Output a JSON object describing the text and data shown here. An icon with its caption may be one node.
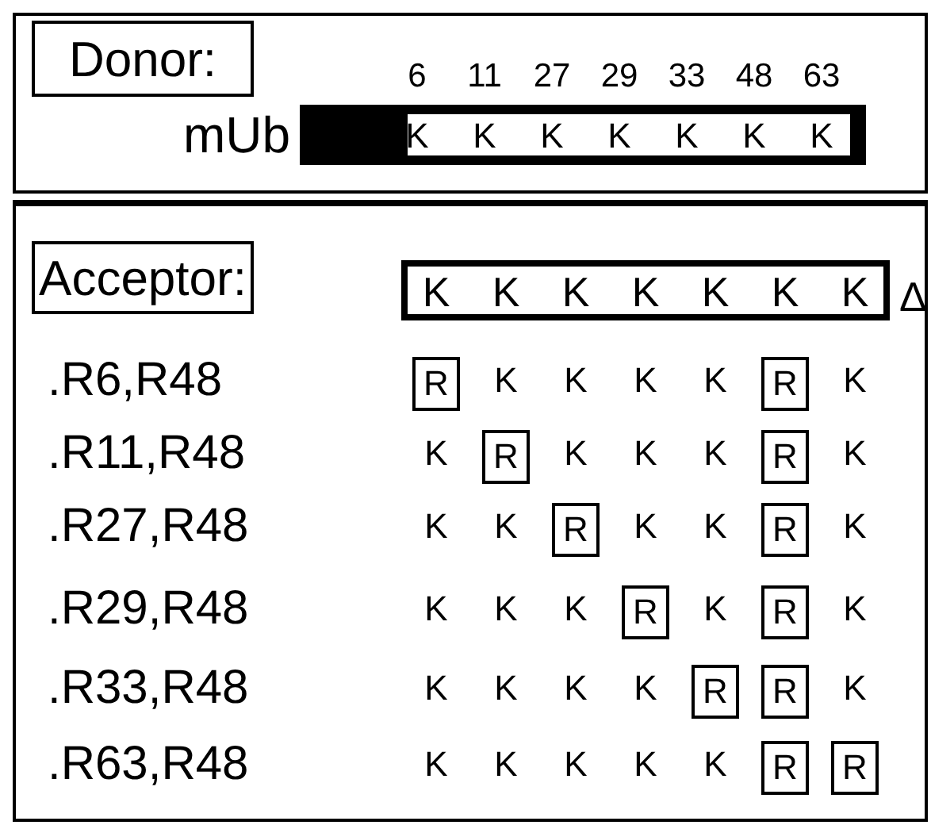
{
  "diagram": {
    "nodes": [
      {
        "text": [],
        "shape": "box"
      },
      {
        "text": [
          "Donor:"
        ],
        "in": 0
      },
      {
        "text": [],
        "shape": "bar",
        "in": 0,
        "beside": [
          "mUb"
        ]
      },
      {
        "text": [
          "K",
          "K",
          "K",
          "K",
          "K",
          "K",
          "K"
        ],
        "in": 2
      },
      {
        "text": [],
        "shape": "box"
      },
      {
        "text": [
          "Acceptor:"
        ],
        "in": 4
      },
      {
        "text": [
          "K",
          "K",
          "K",
          "K",
          "K",
          "K",
          "K"
        ],
        "in": 4,
        "beside": [
          "Δ"
        ]
      },
      {
        "text": [
          "R"
        ],
        "in": 4
      },
      {
        "text": [
          "R"
        ],
        "in": 4
      },
      {
        "text": [
          "R"
        ],
        "in": 4
      },
      {
        "text": [
          "R"
        ],
        "in": 4
      },
      {
        "text": [
          "R"
        ],
        "in": 4
      },
      {
        "text": [
          "R"
        ],
        "in": 4
      },
      {
        "text": [
          "R"
        ],
        "in": 4
      },
      {
        "text": [
          "R"
        ],
        "in": 4
      },
      {
        "text": [
          "R"
        ],
        "in": 4
      },
      {
        "text": [
          "R"
        ],
        "in": 4
      },
      {
        "text": [
          "R"
        ],
        "in": 4
      },
      {
        "text": [
          "R"
        ],
        "in": 4
      }
    ],
    "labels": [
      "6",
      "11",
      "27",
      "29",
      "33",
      "48",
      "63",
      ".R6,R48",
      "K",
      "K",
      "K",
      "K",
      "K",
      ".R11,R48",
      "K",
      "K",
      "K",
      "K",
      "K",
      ".R27,R48",
      "K",
      "K",
      "K",
      "K",
      "K",
      ".R29,R48",
      "K",
      "K",
      "K",
      "K",
      "K",
      ".R33,R48",
      "K",
      "K",
      "K",
      "K",
      "K",
      ".R63,R48",
      "K",
      "K",
      "K",
      "K",
      "K"
    ]
  }
}
